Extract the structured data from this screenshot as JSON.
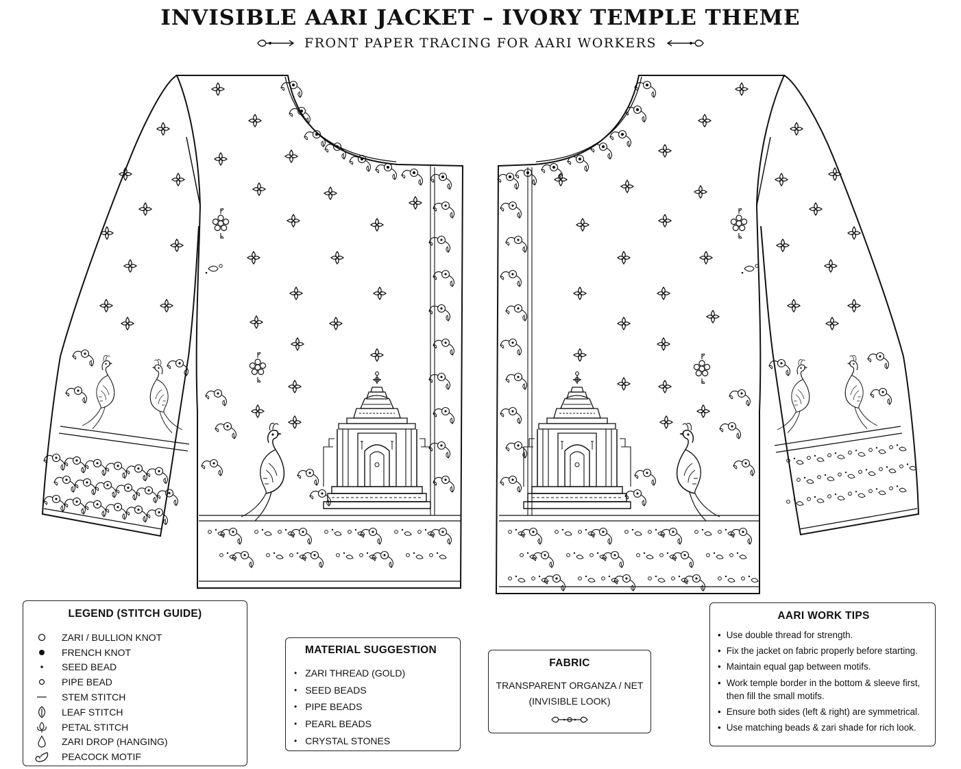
{
  "title": "INVISIBLE AARI JACKET – IVORY TEMPLE THEME",
  "subtitle": "FRONT PAPER TRACING FOR AARI WORKERS",
  "legend": {
    "heading": "LEGEND (STITCH GUIDE)",
    "items": [
      {
        "symbol": "open-circle",
        "label": "ZARI / BULLION KNOT"
      },
      {
        "symbol": "filled-dot",
        "label": "FRENCH KNOT"
      },
      {
        "symbol": "small-dot",
        "label": "SEED BEAD"
      },
      {
        "symbol": "small-circle",
        "label": "PIPE BEAD"
      },
      {
        "symbol": "line",
        "label": "STEM STITCH"
      },
      {
        "symbol": "leaf",
        "label": "LEAF STITCH"
      },
      {
        "symbol": "petal",
        "label": "PETAL STITCH"
      },
      {
        "symbol": "drop",
        "label": "ZARI DROP (HANGING)"
      },
      {
        "symbol": "paisley",
        "label": "PEACOCK MOTIF"
      }
    ]
  },
  "material": {
    "heading": "MATERIAL SUGGESTION",
    "items": [
      "ZARI THREAD (GOLD)",
      "SEED BEADS",
      "PIPE BEADS",
      "PEARL BEADS",
      "CRYSTAL STONES"
    ]
  },
  "fabric": {
    "heading": "FABRIC",
    "line1": "TRANSPARENT ORGANZA / NET",
    "line2": "(INVISIBLE LOOK)"
  },
  "tips": {
    "heading": "AARI WORK TIPS",
    "items": [
      "Use double thread for strength.",
      "Fix the jacket on fabric properly before starting.",
      "Maintain equal gap between motifs.",
      "Work temple border in the bottom & sleeve first, then fill the small motifs.",
      "Ensure both sides (left & right) are symmetrical.",
      "Use matching beads & zari shade for rich look."
    ]
  }
}
